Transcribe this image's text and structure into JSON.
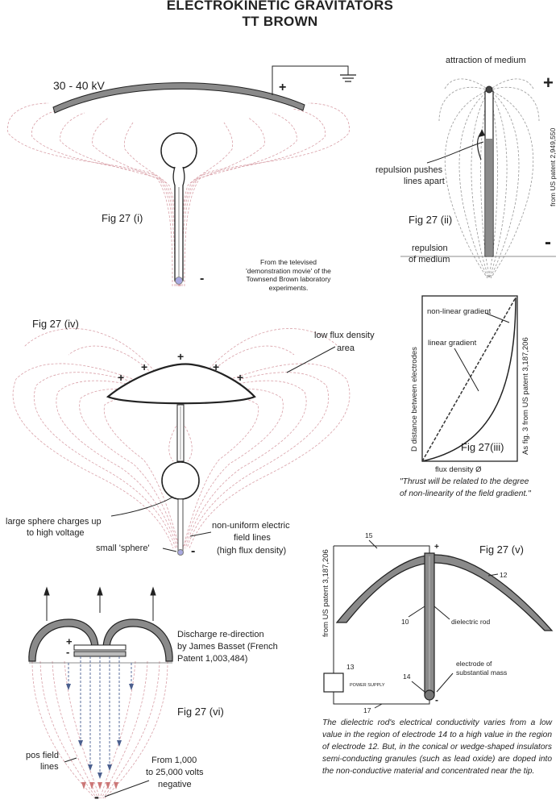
{
  "title": {
    "line1": "ELECTROKINETIC GRAVITATORS",
    "line2": "TT BROWN"
  },
  "fig1": {
    "voltage": "30 - 40 kV",
    "label": "Fig 27 (i)",
    "plus": "+",
    "minus": "-",
    "note": "From the televised 'demonstration movie' of the Townsend Brown laboratory experiments."
  },
  "fig2": {
    "label": "Fig 27 (ii)",
    "attraction": "attraction of medium",
    "repulsion_push_1": "repulsion pushes",
    "repulsion_push_2": "lines apart",
    "repulsion_medium_1": "repulsion",
    "repulsion_medium_2": "of medium",
    "patent": "from US patent 2,949,550",
    "plus": "+",
    "minus": "-"
  },
  "fig3": {
    "label": "Fig 27(iii)",
    "nonlinear": "non-linear gradient",
    "linear": "linear gradient",
    "yaxis": "D distance between electrodes",
    "xaxis": "flux density Ø",
    "patent": "As fig. 3 from US patent 3,187,206",
    "quote": "\"Thrust will be related to the degree of non-linearity of the field gradient.\""
  },
  "fig4": {
    "label": "Fig 27 (iv)",
    "low_flux_1": "low flux density",
    "low_flux_2": "area",
    "large_sphere_1": "large sphere charges up",
    "large_sphere_2": "to high voltage",
    "nonuniform_1": "non-uniform electric",
    "nonuniform_2": "field lines",
    "nonuniform_3": "(high flux density)",
    "small_sphere": "small 'sphere'",
    "plus": "+",
    "minus": "-"
  },
  "fig5": {
    "label": "Fig 27 (v)",
    "patent": "from US patent 3,187,206",
    "n15": "15",
    "n12": "12",
    "n10": "10",
    "n13": "13",
    "n14": "14",
    "n17": "17",
    "dielectric_rod": "dielectric rod",
    "electrode_1": "electrode of",
    "electrode_2": "substantial mass",
    "power_supply": "POWER SUPPLY",
    "plus": "+",
    "minus": "-",
    "desc": "The dielectric rod's electrical conductivity varies from a low value in the region of electrode 14 to a high value in the region of electrode 12. But, in the conical or wedge-shaped insulators semi-conducting granules (such as lead oxide) are doped into the non-conductive material and concentrated near the tip."
  },
  "fig6": {
    "label": "Fig 27 (vi)",
    "discharge_1": "Discharge re-direction",
    "discharge_2": "by James Basset (French",
    "discharge_3": "Patent 1,003,484)",
    "pos_field_1": "pos field",
    "pos_field_2": "lines",
    "volts_1": "From 1,000",
    "volts_2": "to 25,000 volts",
    "volts_3": "negative",
    "plus": "+",
    "minus": "-"
  }
}
